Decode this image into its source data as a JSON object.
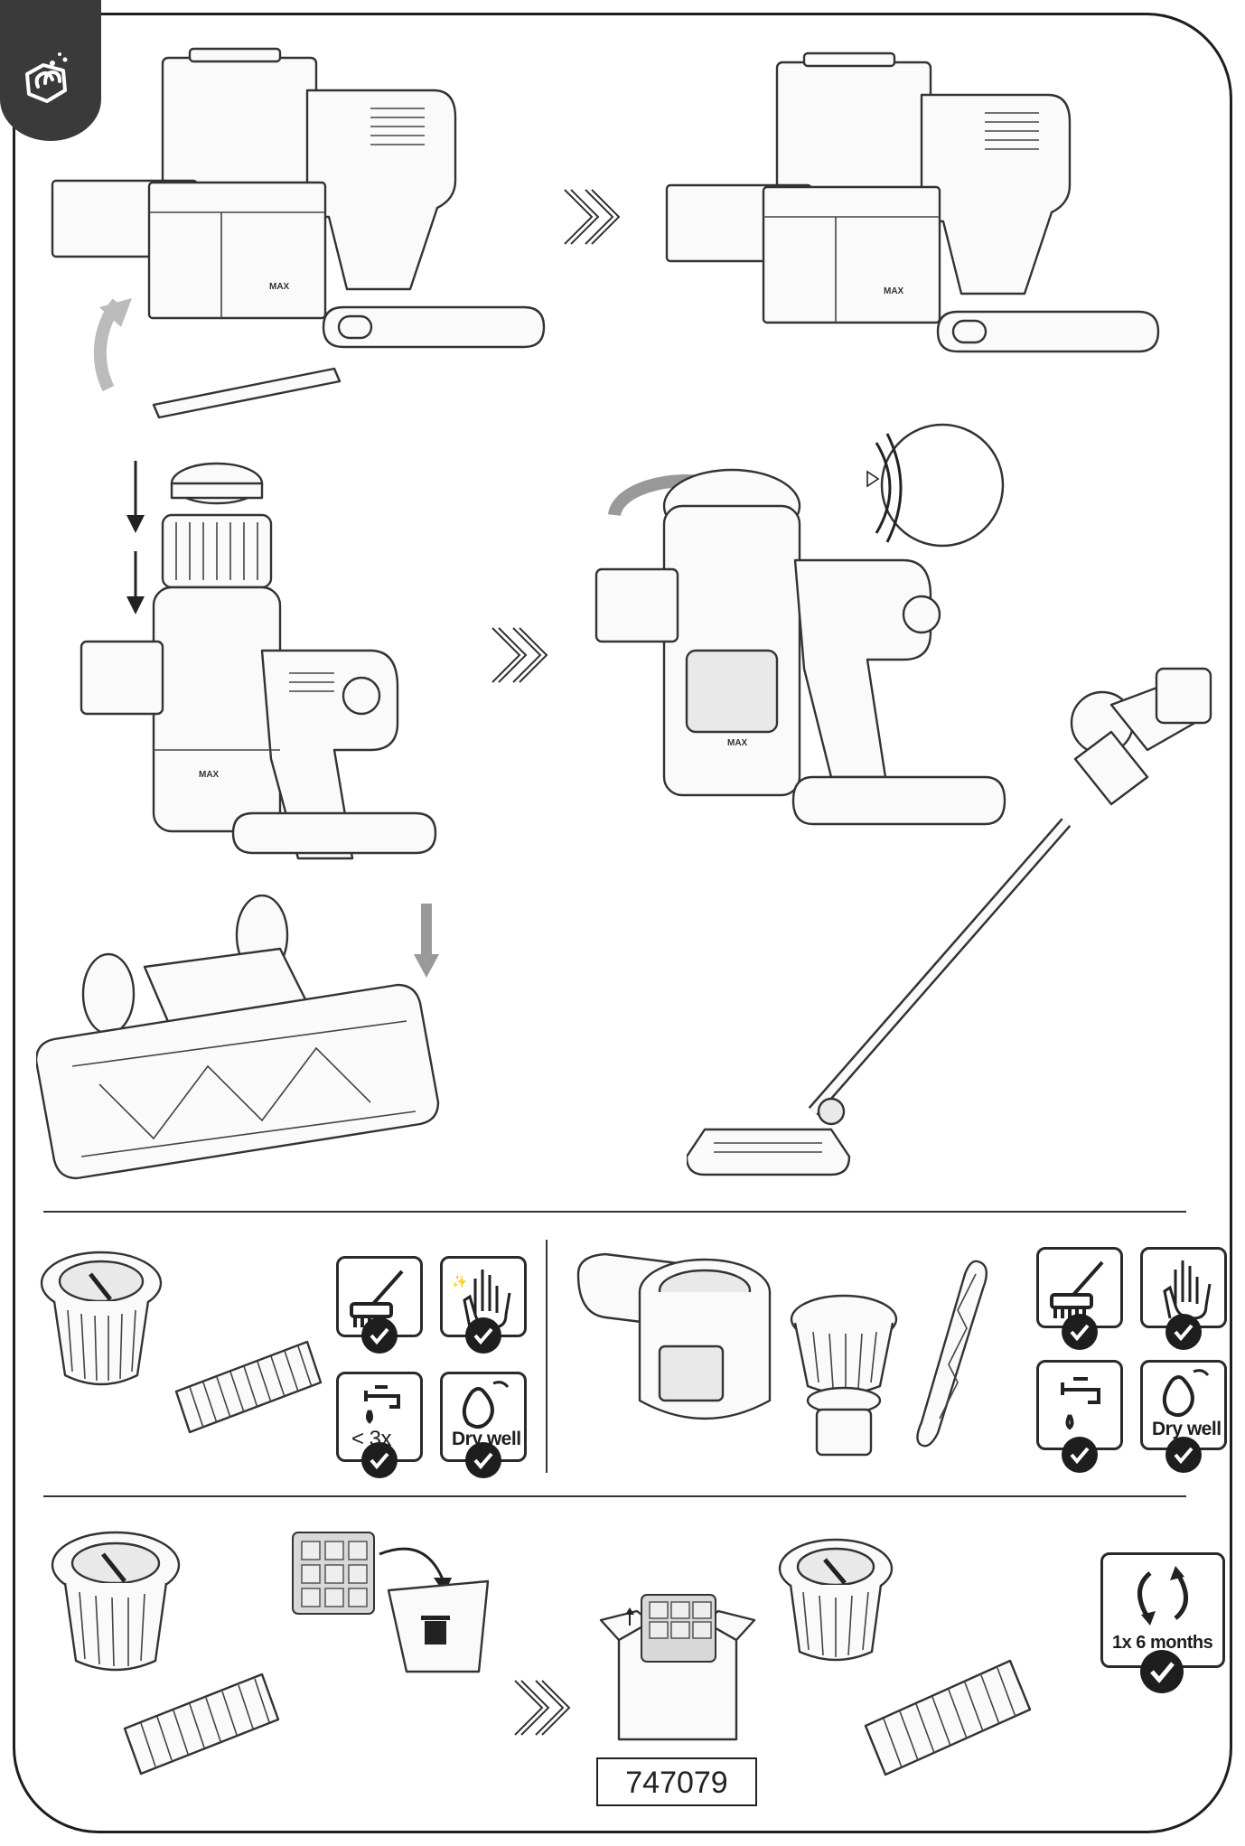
{
  "labels": {
    "rinse_limit": "< 3x",
    "dry_left": "Dry well",
    "dry_right": "Dry well",
    "interval": "1x 6 months",
    "part_number": "747079",
    "max_top_left": "MAX",
    "max_top_right": "MAX",
    "max_mid_left": "MAX",
    "max_mid_right": "MAX"
  },
  "icons": {
    "header": "cleaning-hand-icon",
    "brush": "brush-icon",
    "hand": "hand-icon",
    "tap": "water-tap-icon",
    "dry": "drying-icon",
    "check": "checkmark-icon",
    "trash": "trash-bin-icon",
    "replace": "replace-cycle-icon",
    "next": "double-chevron-icon"
  },
  "colors": {
    "ink": "#1e1e1e",
    "tab": "#3a3a3a",
    "line": "#333333"
  }
}
